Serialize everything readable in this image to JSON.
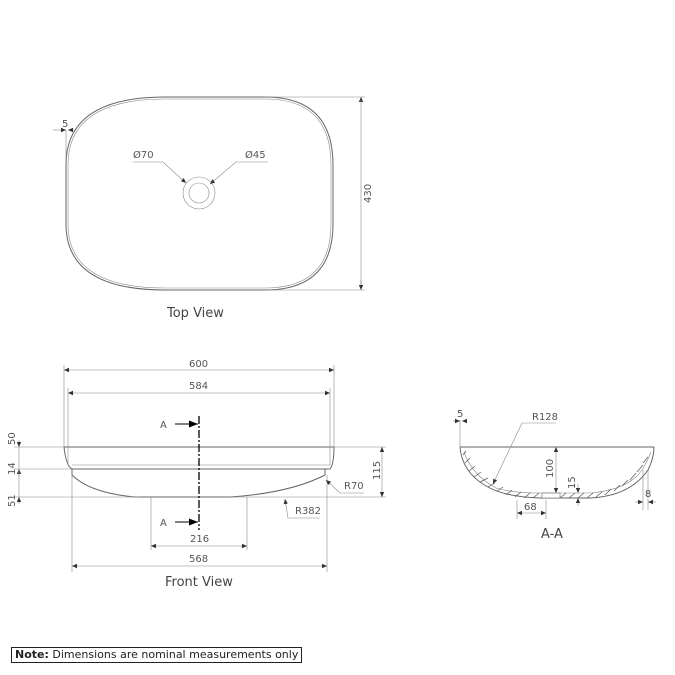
{
  "top_view": {
    "title": "Top View",
    "dim_rim": "5",
    "dim_outer_waste": "Ø70",
    "dim_inner_waste": "Ø45",
    "dim_width": "430"
  },
  "front_view": {
    "title": "Front View",
    "dim_overall_length": "600",
    "dim_rim_length": "584",
    "dim_base_length": "568",
    "dim_base_flat": "216",
    "dim_height_top": "50",
    "dim_height_mid": "14",
    "dim_height_bottom": "51",
    "dim_total_height": "115",
    "dim_radius_corner": "R70",
    "dim_radius_base": "R382",
    "section_marker": "A"
  },
  "section_view": {
    "title": "A-A",
    "dim_rim": "5",
    "dim_radius": "R128",
    "dim_depth": "100",
    "dim_waste_depth": "15",
    "dim_waste_width": "68",
    "dim_wall": "8"
  },
  "note": {
    "label": "Note:",
    "text": "Dimensions are nominal measurements only"
  },
  "colors": {
    "line": "#555555",
    "text": "#444444",
    "section_marker": "#000000"
  }
}
